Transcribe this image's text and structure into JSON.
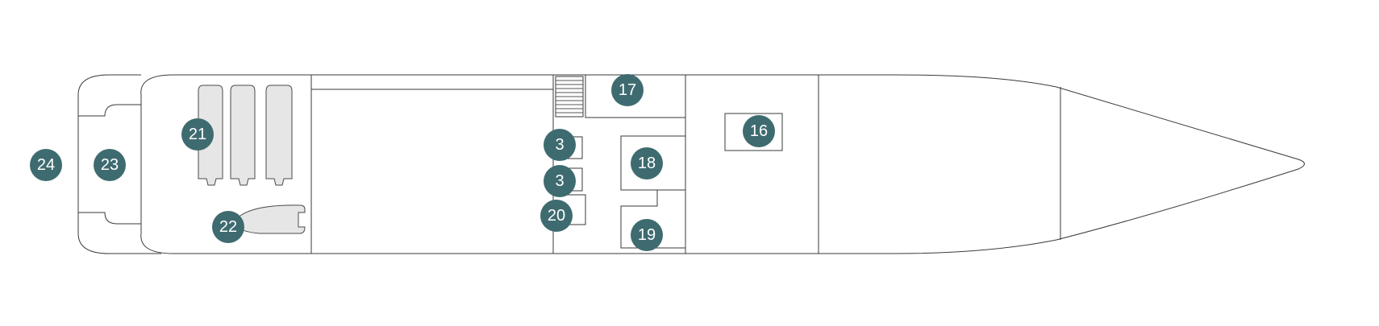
{
  "colors": {
    "marker_fill": "#3e6b70",
    "marker_text": "#ffffff",
    "outline": "#3a3a3a",
    "boat_fill": "#e6e6e6"
  },
  "markers": [
    {
      "id": "marker-24",
      "label": "24"
    },
    {
      "id": "marker-23",
      "label": "23"
    },
    {
      "id": "marker-21",
      "label": "21"
    },
    {
      "id": "marker-22",
      "label": "22"
    },
    {
      "id": "marker-17",
      "label": "17"
    },
    {
      "id": "marker-3-upper",
      "label": "3"
    },
    {
      "id": "marker-3-lower",
      "label": "3"
    },
    {
      "id": "marker-20",
      "label": "20"
    },
    {
      "id": "marker-18",
      "label": "18"
    },
    {
      "id": "marker-19",
      "label": "19"
    },
    {
      "id": "marker-16",
      "label": "16"
    }
  ]
}
